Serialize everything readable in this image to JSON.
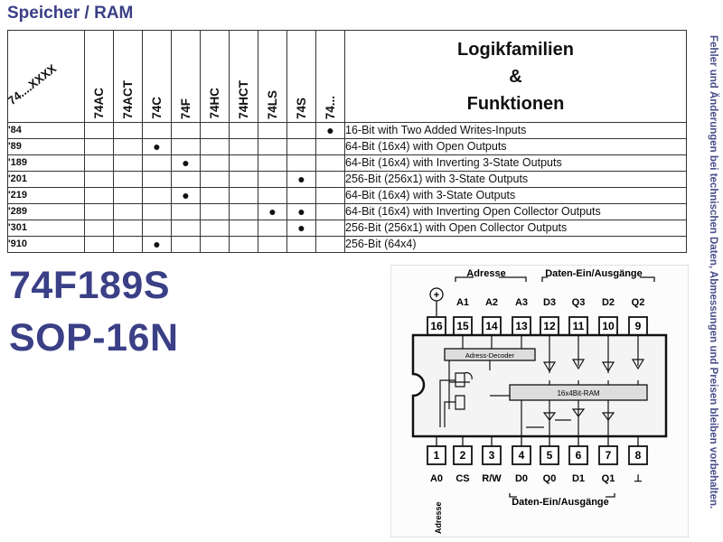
{
  "section_title": "Speicher / RAM",
  "side_note": "Fehler und Änderungen bei technischen Daten, Abmessungen und Preisen bleiben vorbehalten.",
  "table": {
    "corner_label": "74....XXXX",
    "families": [
      "74AC",
      "74ACT",
      "74C",
      "74F",
      "74HC",
      "74HCT",
      "74LS",
      "74S",
      "74..."
    ],
    "header_title": [
      "Logikfamilien",
      "&",
      "Funktionen"
    ],
    "bullet": "●",
    "rows": [
      {
        "code": "'84",
        "marks": [
          8
        ],
        "function": "16-Bit with Two Added Writes-Inputs"
      },
      {
        "code": "'89",
        "marks": [
          2
        ],
        "function": "64-Bit (16x4) with Open Outputs"
      },
      {
        "code": "'189",
        "marks": [
          3
        ],
        "function": "64-Bit (16x4) with Inverting 3-State Outputs"
      },
      {
        "code": "'201",
        "marks": [
          7
        ],
        "function": "256-Bit (256x1) with 3-State Outputs"
      },
      {
        "code": "'219",
        "marks": [
          3
        ],
        "function": "64-Bit (16x4) with 3-State Outputs"
      },
      {
        "code": "'289",
        "marks": [
          6,
          7
        ],
        "function": "64-Bit (16x4) with Inverting Open Collector Outputs"
      },
      {
        "code": "'301",
        "marks": [
          7
        ],
        "function": "256-Bit (256x1) with Open Collector Outputs"
      },
      {
        "code": "'910",
        "marks": [
          2
        ],
        "function": "256-Bit (64x4)"
      }
    ]
  },
  "part_number": "74F189S",
  "package": "SOP-16N",
  "diagram": {
    "group_address": "Adresse",
    "group_data_top": "Daten-Ein/Ausgänge",
    "group_data_bottom": "Daten-Ein/Ausgänge",
    "group_address_bottom": "Adresse",
    "vcc_symbol": "+",
    "top_pins": [
      {
        "num": "16",
        "label": ""
      },
      {
        "num": "15",
        "label": "A1"
      },
      {
        "num": "14",
        "label": "A2"
      },
      {
        "num": "13",
        "label": "A3"
      },
      {
        "num": "12",
        "label": "D3"
      },
      {
        "num": "11",
        "label": "Q3"
      },
      {
        "num": "10",
        "label": "D2"
      },
      {
        "num": "9",
        "label": "Q2"
      }
    ],
    "bottom_pins": [
      {
        "num": "1",
        "label": "A0"
      },
      {
        "num": "2",
        "label": "CS"
      },
      {
        "num": "3",
        "label": "R/W"
      },
      {
        "num": "4",
        "label": "D0"
      },
      {
        "num": "5",
        "label": "Q0"
      },
      {
        "num": "6",
        "label": "D1"
      },
      {
        "num": "7",
        "label": "Q1"
      },
      {
        "num": "8",
        "label": "⊥"
      }
    ],
    "decoder_label": "Adress-Decoder",
    "ram_label": "16x4Bit-RAM"
  }
}
